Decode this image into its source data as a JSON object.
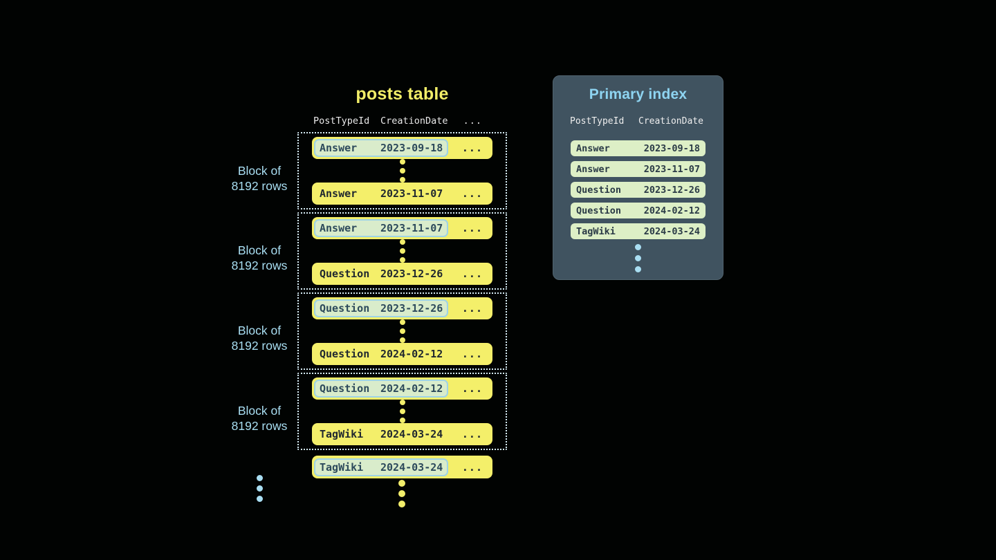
{
  "colors": {
    "background": "#010302",
    "row_yellow": "#f4ef6a",
    "title_yellow": "#f2ee68",
    "row_text_dark": "#20282f",
    "highlight_green": "#d9eccb",
    "highlight_border": "#9ed3e6",
    "panel_background": "#405360",
    "index_pill_green": "#ddefc6",
    "light_blue": "#a9def2",
    "dotted_border": "#d7edf6"
  },
  "posts_table": {
    "title": "posts table",
    "header": {
      "col1": "PostTypeId",
      "col2": "CreationDate",
      "col3": "..."
    },
    "blocks": [
      {
        "label1": "Block of",
        "label2": "8192 rows",
        "first": {
          "type": "Answer",
          "date": "2023-09-18",
          "more": "..."
        },
        "last": {
          "type": "Answer",
          "date": "2023-11-07",
          "more": "..."
        }
      },
      {
        "label1": "Block of",
        "label2": "8192 rows",
        "first": {
          "type": "Answer",
          "date": "2023-11-07",
          "more": "..."
        },
        "last": {
          "type": "Question",
          "date": "2023-12-26",
          "more": "..."
        }
      },
      {
        "label1": "Block of",
        "label2": "8192 rows",
        "first": {
          "type": "Question",
          "date": "2023-12-26",
          "more": "..."
        },
        "last": {
          "type": "Question",
          "date": "2024-02-12",
          "more": "..."
        }
      },
      {
        "label1": "Block of",
        "label2": "8192 rows",
        "first": {
          "type": "Question",
          "date": "2024-02-12",
          "more": "..."
        },
        "last": {
          "type": "TagWiki",
          "date": "2024-03-24",
          "more": "..."
        }
      }
    ],
    "trailing_row": {
      "type": "TagWiki",
      "date": "2024-03-24",
      "more": "..."
    }
  },
  "primary_index": {
    "title": "Primary index",
    "header": {
      "col1": "PostTypeId",
      "col2": "CreationDate"
    },
    "rows": [
      {
        "type": "Answer",
        "date": "2023-09-18"
      },
      {
        "type": "Answer",
        "date": "2023-11-07"
      },
      {
        "type": "Question",
        "date": "2023-12-26"
      },
      {
        "type": "Question",
        "date": "2024-02-12"
      },
      {
        "type": "TagWiki",
        "date": "2024-03-24"
      }
    ]
  }
}
